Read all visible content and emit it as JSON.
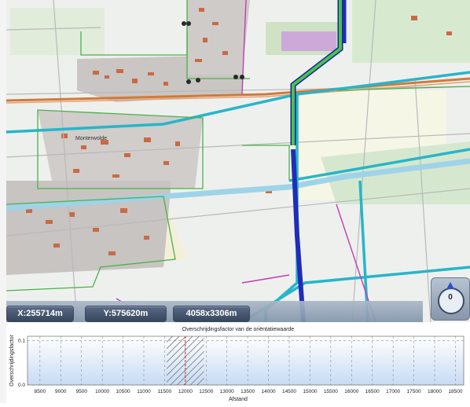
{
  "map": {
    "place_label": "Monterwolde"
  },
  "statusbar": {
    "x_coord": "X:255714m",
    "y_coord": "Y:575620m",
    "dimensions": "4058x3306m"
  },
  "compass": {
    "value": "0",
    "icon": "compass-icon"
  },
  "chart_data": {
    "type": "line",
    "title": "Overschrijdingsfactor van de oriëntatiewaarde",
    "xlabel": "Afstand",
    "ylabel": "Overschrijdingsfactor",
    "xlim": [
      8200,
      18700
    ],
    "ylim": [
      0,
      0.11
    ],
    "x_ticks": [
      "8500",
      "9000",
      "9500",
      "10000",
      "10500",
      "11000",
      "11500",
      "12000",
      "12500",
      "13000",
      "13500",
      "14000",
      "14500",
      "15000",
      "15500",
      "16000",
      "16500",
      "17000",
      "17500",
      "18000",
      "18500"
    ],
    "y_ticks": [
      "0.1",
      "0.0"
    ],
    "hatched_range": [
      11550,
      12450
    ],
    "marker_x": 12000,
    "marker_color": "#d62a2a",
    "series": []
  },
  "colors": {
    "route_blue": "#1f2db8",
    "route_green": "#49c24a",
    "pipeline_cyan": "#27b5c9",
    "rail_orange": "#d07a3a"
  }
}
